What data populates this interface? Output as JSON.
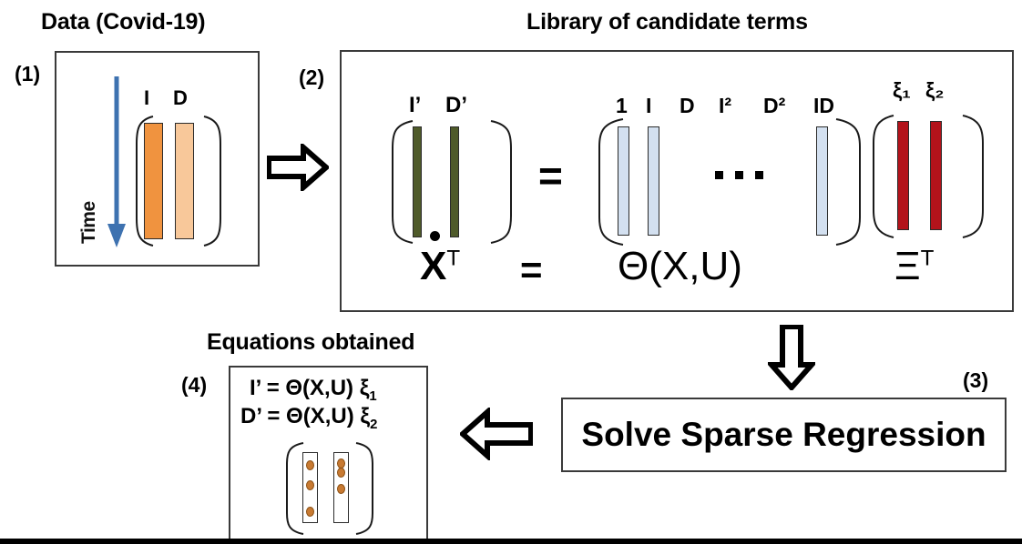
{
  "panel1": {
    "title": "Data  (Covid-19)",
    "step": "(1)",
    "axis_label": "Time",
    "columns": [
      {
        "label": "I",
        "color": "#F0933F"
      },
      {
        "label": "D",
        "color": "#F8C89A"
      }
    ]
  },
  "panel2": {
    "title": "Library of candidate terms",
    "step": "(2)",
    "lhs_matrix": {
      "columns": [
        {
          "label": "I’",
          "color": "#4F5B2A"
        },
        {
          "label": "D’",
          "color": "#4F5B2A"
        }
      ]
    },
    "equals": "=",
    "theta_matrix": {
      "labels": [
        "1",
        "I",
        "D",
        "I²",
        "D²",
        "ID"
      ],
      "bar_color": "#D3E0F0",
      "ellipsis": "…"
    },
    "xi_matrix": {
      "columns": [
        {
          "label": "ξ₁",
          "color": "#B3131B"
        },
        {
          "label": "ξ₂",
          "color": "#B3131B"
        }
      ]
    },
    "symbolic": {
      "lhs": "X",
      "lhs_sup": "T",
      "equals": "=",
      "theta": "Θ(X,U)",
      "xi": "Ξ",
      "xi_sup": "T"
    }
  },
  "panel3": {
    "step": "(3)",
    "label": "Solve Sparse Regression"
  },
  "panel4": {
    "title": "Equations obtained",
    "step": "(4)",
    "equations": [
      {
        "lhs": "I’",
        "eq": "=",
        "theta": "Θ(X,U)",
        "coef": "ξ",
        "sub": "1"
      },
      {
        "lhs": "D’",
        "eq": "=",
        "theta": "Θ(X,U)",
        "coef": "ξ",
        "sub": "2"
      }
    ],
    "sparse_vectors": [
      {
        "name": "xi1",
        "dot_positions": [
          0.12,
          0.4,
          0.78
        ]
      },
      {
        "name": "xi2",
        "dot_positions": [
          0.1,
          0.24,
          0.47
        ]
      }
    ],
    "dot_color": "#c87a32"
  },
  "arrows": {
    "data_to_library": "arrow-right",
    "library_to_solve": "arrow-down",
    "solve_to_equations": "arrow-left"
  },
  "colors": {
    "orange_dark": "#F0933F",
    "orange_light": "#F8C89A",
    "olive": "#4F5B2A",
    "light_blue": "#D3E0F0",
    "dark_red": "#B3131B",
    "time_arrow_blue": "#3E72B0",
    "frame": "#3a3a3a",
    "sparse_dot": "#c87a32"
  }
}
